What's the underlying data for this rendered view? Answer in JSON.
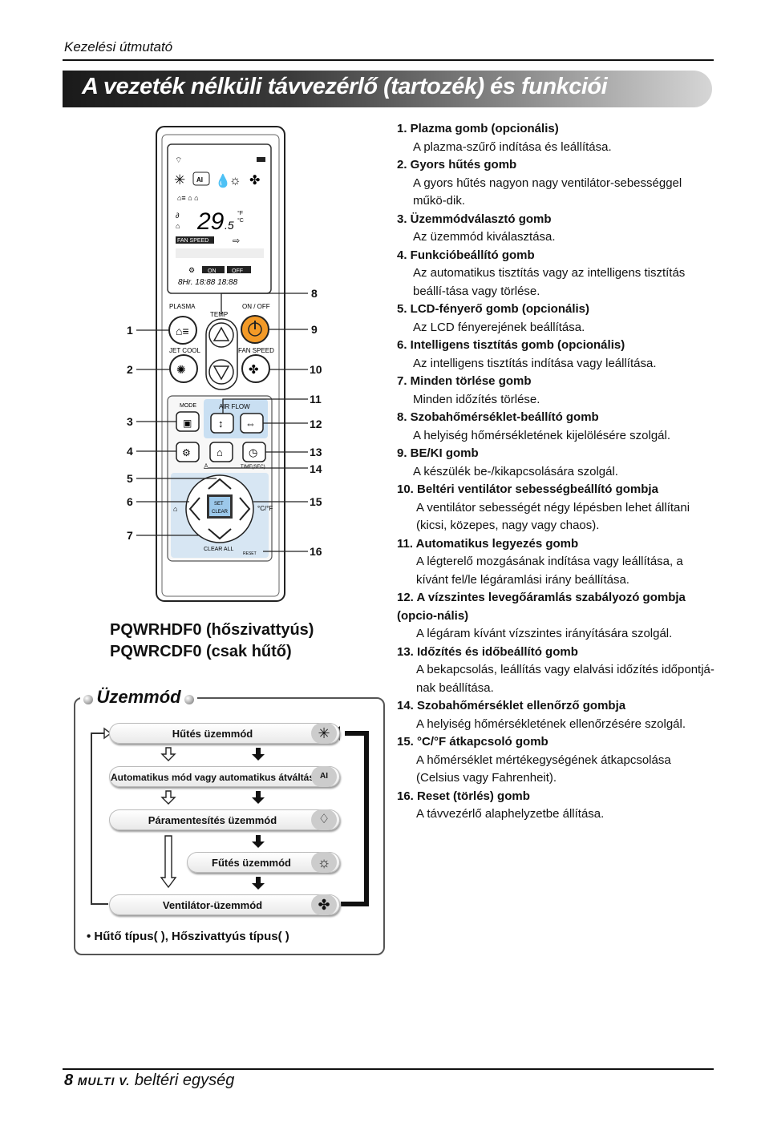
{
  "header": {
    "text": "Kezelési útmutató"
  },
  "title": "A vezeték nélküli távvezérlő (tartozék) és funkciói",
  "remote": {
    "lcd": {
      "temp_main": "29",
      "temp_decimal": ".5",
      "unit_f": "°F",
      "unit_c": "°C",
      "fan_speed": "FAN SPEED",
      "on": "ON",
      "off": "OFF",
      "timer": "8Hr.  18:88  18:88"
    },
    "labels": {
      "plasma": "PLASMA",
      "temp": "TEMP",
      "on_off": "ON / OFF",
      "jet_cool": "JET COOL",
      "fan_speed": "FAN SPEED",
      "mode": "MODE",
      "air_flow": "AIR FLOW",
      "time_sec": "TIME(SEC)",
      "set": "SET",
      "clear": "CLEAR",
      "clear_all": "CLEAR ALL",
      "reset": "RESET",
      "cf": "°C/°F"
    },
    "callouts": [
      "1",
      "2",
      "3",
      "4",
      "5",
      "6",
      "7",
      "8",
      "9",
      "10",
      "11",
      "12",
      "13",
      "14",
      "15",
      "16"
    ]
  },
  "models": [
    "PQWRHDF0 (hőszivattyús)",
    "PQWRCDF0 (csak hűtő)"
  ],
  "modes": {
    "title": "Üzemmód",
    "items": [
      "Hűtés üzemmód",
      "Automatikus mód vagy automatikus átváltás",
      "Páramentesítés üzemmód",
      "Fűtés üzemmód",
      "Ventilátor-üzemmód"
    ],
    "legend": "• Hűtő típus(  ), Hőszivattyús típus(  )",
    "icons": [
      "snowflake-icon",
      "ai-icon",
      "drop-icon",
      "sun-icon",
      "fan-icon"
    ]
  },
  "functions": [
    {
      "title": "1.  Plazma gomb (opcionális)",
      "desc": "A plazma-szűrő indítása és leállítása."
    },
    {
      "title": "2.  Gyors hűtés gomb",
      "desc": "A gyors hűtés nagyon nagy ventilátor-sebességgel műkö-dik."
    },
    {
      "title": "3.  Üzemmódválasztó gomb",
      "desc": "Az üzemmód kiválasztása."
    },
    {
      "title": "4.  Funkcióbeállító gomb",
      "desc": "Az automatikus tisztítás vagy az intelligens tisztítás beállí-tása vagy törlése."
    },
    {
      "title": "5.  LCD-fényerő gomb (opcionális)",
      "desc": "Az LCD fényerejének beállítása."
    },
    {
      "title": "6.  Intelligens tisztítás gomb (opcionális)",
      "desc": "Az intelligens tisztítás indítása vagy leállítása."
    },
    {
      "title": "7.  Minden törlése gomb",
      "desc": "Minden időzítés törlése."
    },
    {
      "title": "8.  Szobahőmérséklet-beállító gomb",
      "desc": "A helyiség hőmérsékletének kijelölésére szolgál."
    },
    {
      "title": "9.  BE/KI gomb",
      "desc": "A készülék be-/kikapcsolására szolgál."
    },
    {
      "title": "10. Beltéri ventilátor sebességbeállító gombja",
      "desc": "A ventilátor sebességét négy lépésben lehet állítani (kicsi, közepes, nagy vagy chaos)."
    },
    {
      "title": "11. Automatikus legyezés gomb",
      "desc": "A légterelő mozgásának indítása vagy leállítása, a kívánt fel/le légáramlási irány beállítása."
    },
    {
      "title": "12. A vízszintes levegőáramlás szabályozó gombja (opcio-nális)",
      "desc": "A légáram kívánt vízszintes irányítására szolgál."
    },
    {
      "title": "13. Időzítés és időbeállító gomb",
      "desc": "A bekapcsolás, leállítás vagy elalvási időzítés időpontjá-nak beállítása."
    },
    {
      "title": "14. Szobahőmérséklet ellenőrző gombja",
      "desc": "A helyiség hőmérsékletének ellenőrzésére szolgál."
    },
    {
      "title": "15. °C/°F átkapcsoló gomb",
      "desc": "A hőmérséklet mértékegységének átkapcsolása (Celsius vagy Fahrenheit)."
    },
    {
      "title": "16. Reset (törlés) gomb",
      "desc": "A távvezérlő alaphelyzetbe állítása."
    }
  ],
  "footer": {
    "page": "8",
    "brand": "MULTI V.",
    "text": "beltéri egység"
  }
}
